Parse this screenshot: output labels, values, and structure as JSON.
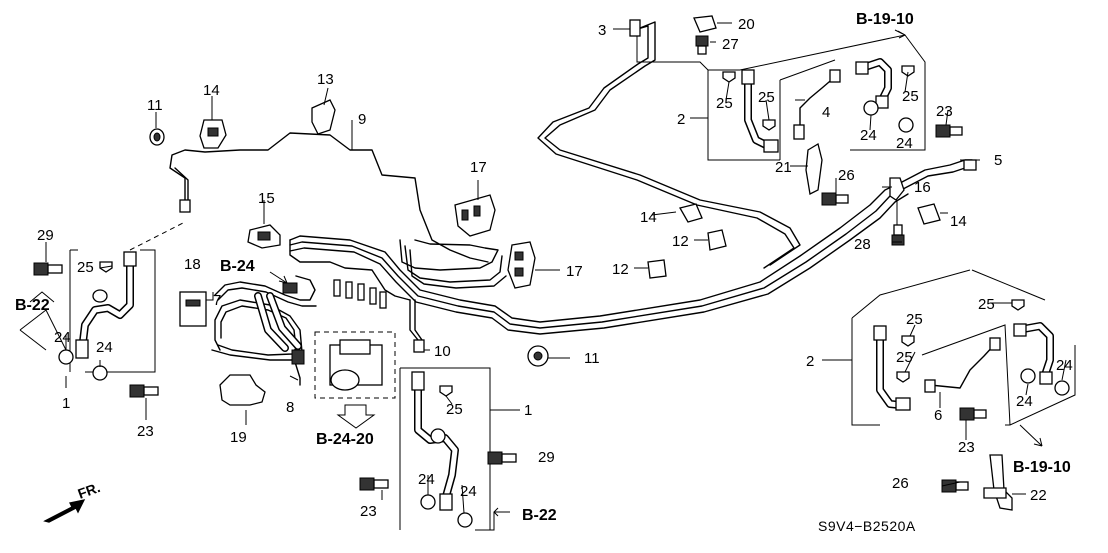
{
  "diagram": {
    "drawing_code": "S9V4−B2520A",
    "direction_label": "FR.",
    "references": {
      "b19_10_top": "B-19-10",
      "b19_10_right": "B-19-10",
      "b24": "B-24",
      "b24_20": "B-24-20",
      "b22_left": "B-22",
      "b22_bottom": "B-22"
    },
    "callouts": {
      "c1_left": "1",
      "c1_mid": "1",
      "c2_top": "2",
      "c2_right": "2",
      "c3": "3",
      "c4": "4",
      "c5": "5",
      "c6": "6",
      "c7": "7",
      "c8": "8",
      "c9": "9",
      "c10": "10",
      "c11_left": "11",
      "c11_mid": "11",
      "c12_a": "12",
      "c12_b": "12",
      "c13": "13",
      "c14_left": "14",
      "c14_mid": "14",
      "c14_right": "14",
      "c15": "15",
      "c16": "16",
      "c17_a": "17",
      "c17_b": "17",
      "c18": "18",
      "c19": "19",
      "c20": "20",
      "c21": "21",
      "c22": "22",
      "c23_left": "23",
      "c23_mid": "23",
      "c23_topright": "23",
      "c23_right": "23",
      "c24_a": "24",
      "c24_b": "24",
      "c24_c": "24",
      "c24_d": "24",
      "c24_e": "24",
      "c24_f": "24",
      "c24_g": "24",
      "c24_h": "24",
      "c25_a": "25",
      "c25_b": "25",
      "c25_c": "25",
      "c25_d": "25",
      "c25_e": "25",
      "c25_f": "25",
      "c25_g": "25",
      "c26_a": "26",
      "c26_b": "26",
      "c27": "27",
      "c28": "28",
      "c29_left": "29",
      "c29_mid": "29"
    }
  }
}
